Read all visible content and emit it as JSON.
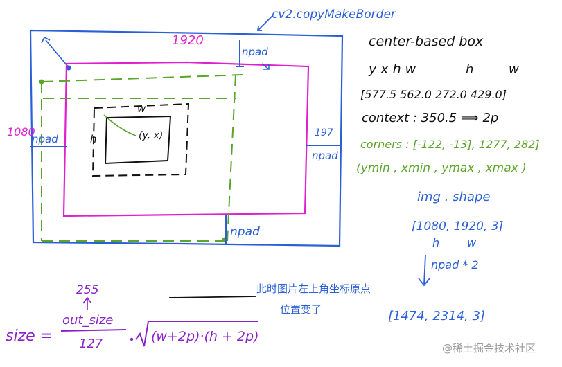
{
  "colors": {
    "blue": "#2a5fd6",
    "magenta": "#e01fcf",
    "green": "#5aa52a",
    "black": "#111111",
    "purple": "#8a22c9",
    "watermark": "#9a9a9a"
  },
  "labels": {
    "copy_make_border": "cv2.copyMakeBorder",
    "width_1920": "1920",
    "height_1080": "1080",
    "npad_top": "npad",
    "npad_left": "npad",
    "npad_bottom": "npad",
    "npad_right": "npad",
    "num_197": "197",
    "inner_w": "w",
    "inner_h": "h",
    "inner_center": "(y, x)"
  },
  "notes": {
    "center_box_title": "center-based box",
    "yxhw": "y x h w",
    "h_label": "h",
    "w_label": "w",
    "box_values": "[577.5   562.0   272.0   429.0]",
    "context": "context : 350.5 ⟹ 2p",
    "corners": "corners : [-122, -13], 1277, 282]",
    "corners_legend": "(ymin , xmin , ymax , xmax )",
    "img_shape": "img . shape",
    "shape_values": "[1080, 1920, 3]",
    "shape_h": "h",
    "shape_w": "w",
    "npad_times2": "npad * 2",
    "new_shape": "[1474, 2314, 3]",
    "chinese_note_line1": "此时图片左上角坐标原点",
    "chinese_note_line2": "位置变了"
  },
  "formula": {
    "size_label": "size =",
    "numerator": "out_size",
    "denominator": "127",
    "above": "255",
    "sqrt_expr": "(w+2p)·(h + 2p)"
  },
  "watermark": "@稀土掘金技术社区"
}
